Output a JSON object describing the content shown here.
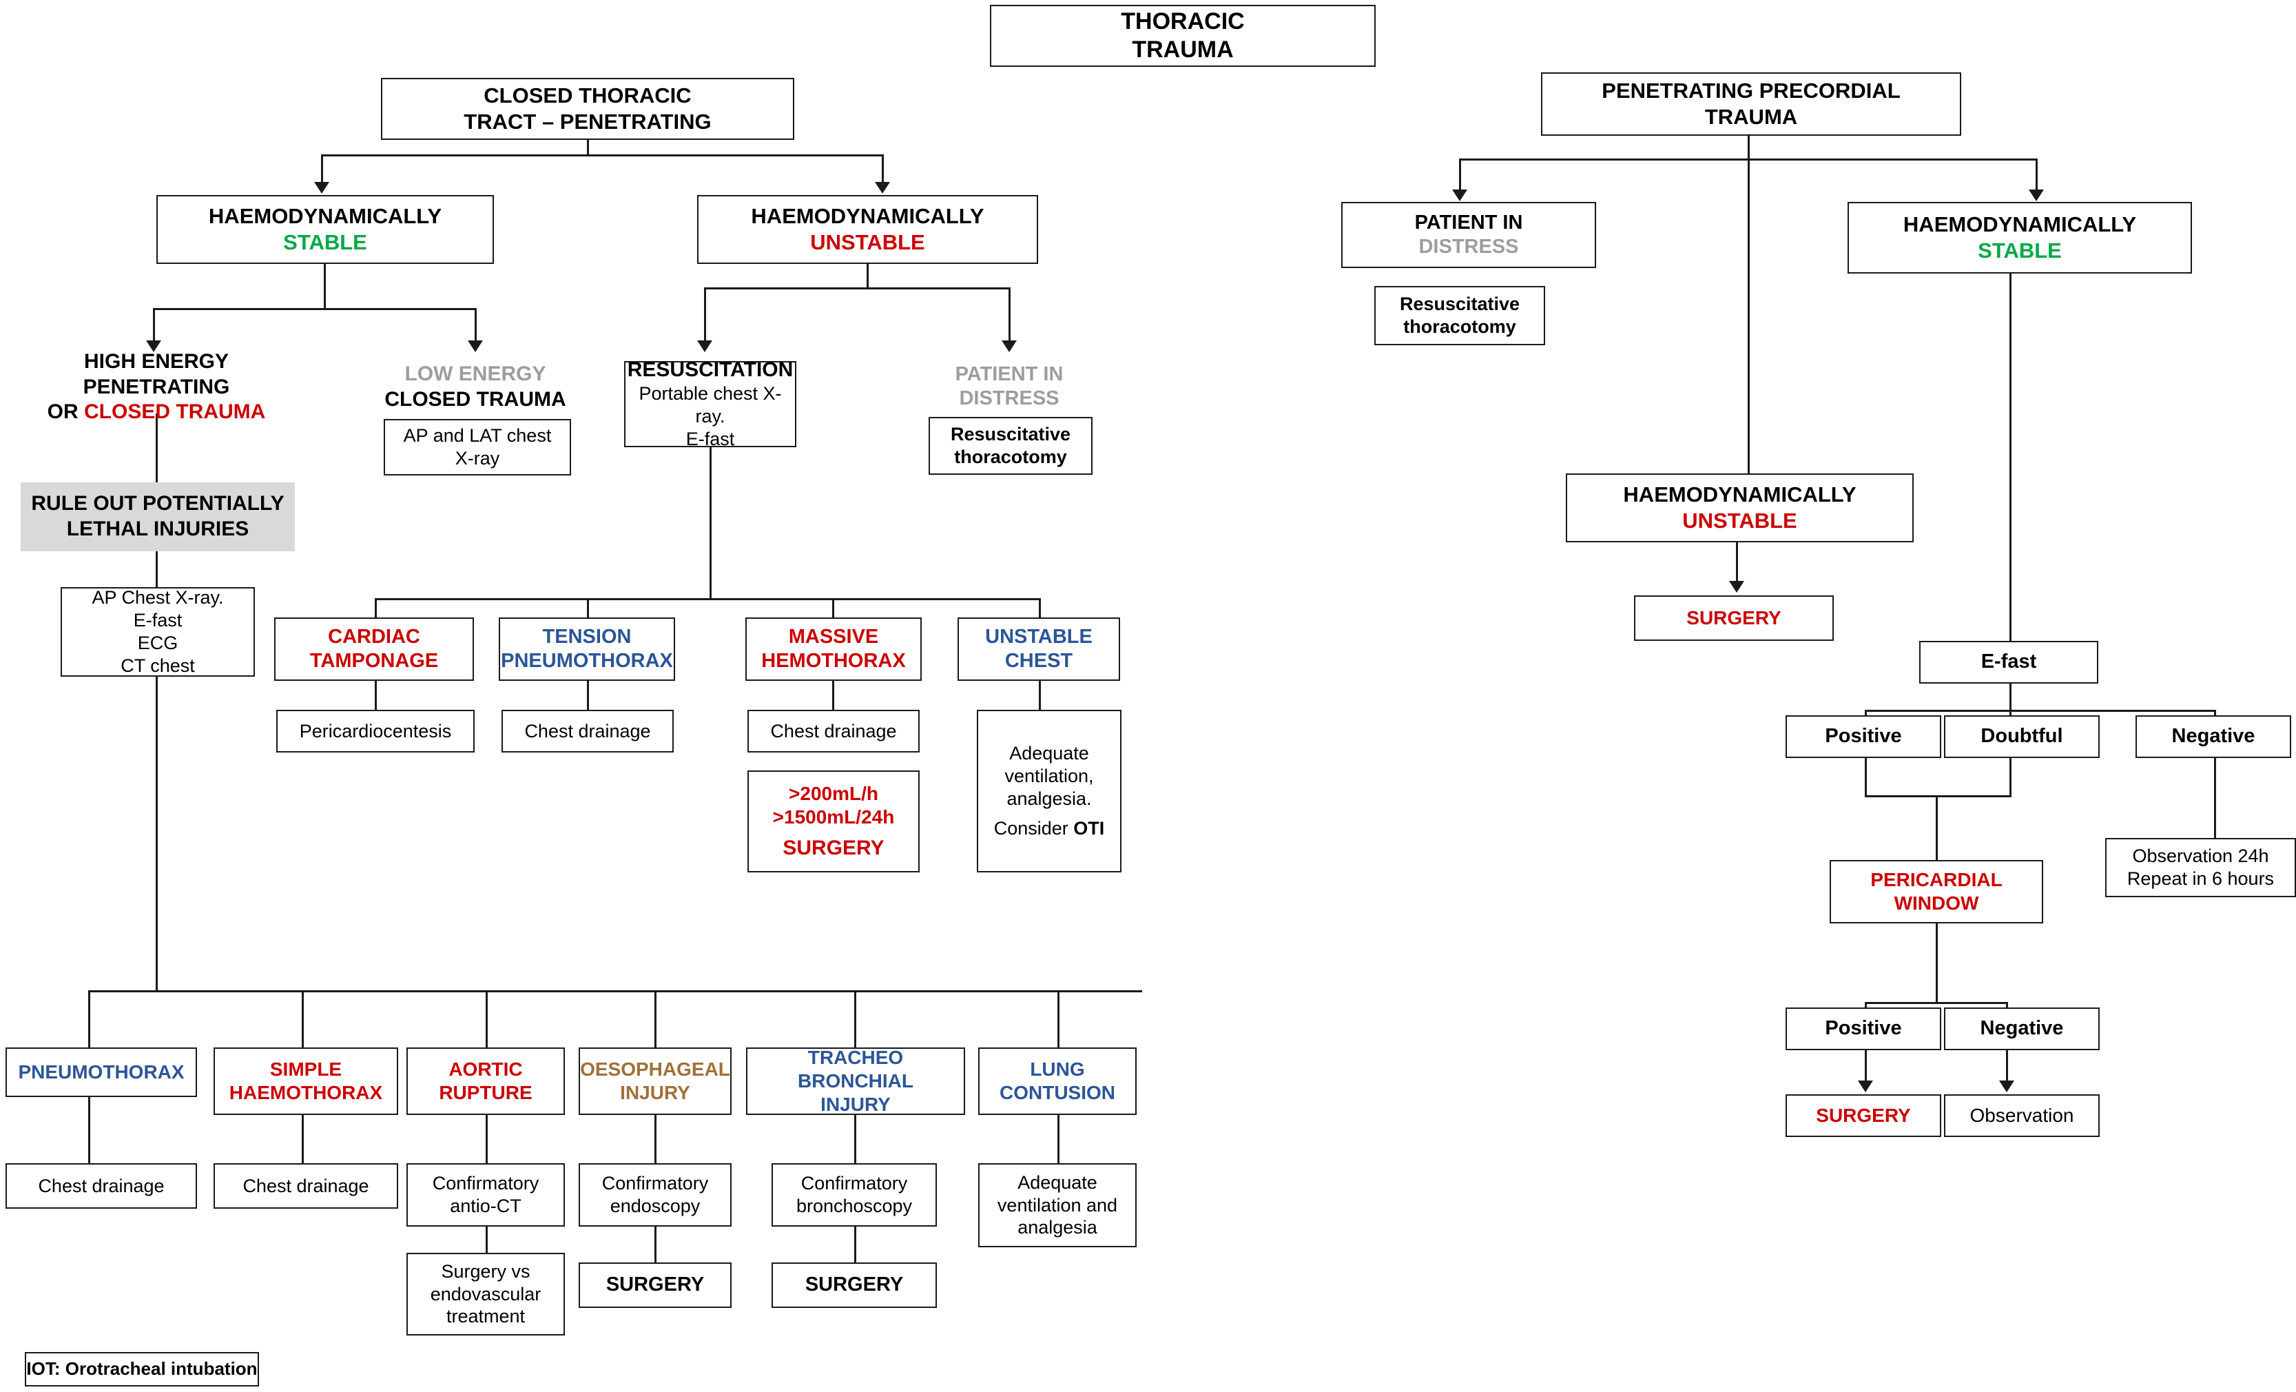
{
  "title": "THORACIC TRAUMA flowchart",
  "colors": {
    "red": "#cc0000",
    "green": "#00a845",
    "blue": "#2b5597",
    "brown": "#a07038",
    "grey": "#9d9d9d",
    "black": "#000000",
    "grey_fill": "#d9d9d9"
  },
  "root": {
    "line1": "THORACIC",
    "line2": "TRAUMA"
  },
  "left_branch": {
    "header": {
      "line1": "CLOSED THORACIC",
      "line2": "TRACT – PENETRATING"
    },
    "stable": {
      "line1": "HAEMODYNAMICALLY",
      "line2": "STABLE"
    },
    "unstable": {
      "line1": "HAEMODYNAMICALLY",
      "line2": "UNSTABLE"
    },
    "high_energy": {
      "line1": "HIGH ENERGY PENETRATING",
      "line2_prefix": "OR ",
      "line2_red": "CLOSED TRAUMA"
    },
    "low_energy": {
      "line1": "LOW ENERGY",
      "line2": "CLOSED TRAUMA"
    },
    "low_energy_action": {
      "line1": "AP and LAT chest",
      "line2": "X-ray"
    },
    "rule_out": {
      "line1": "RULE OUT POTENTIALLY",
      "line2": "LETHAL INJURIES"
    },
    "workup": {
      "line1": "AP Chest X-ray.",
      "line2": "E-fast",
      "line3": "ECG",
      "line4": "CT chest"
    },
    "resuscitation": {
      "line1": "RESUSCITATION",
      "line2": "Portable chest X-ray.",
      "line3": "E-fast"
    },
    "patient_distress": {
      "line1": "PATIENT IN",
      "line2": "DISTRESS"
    },
    "resuscitative_thoracotomy": {
      "line1": "Resuscitative",
      "line2": "thoracotomy"
    },
    "lethal_injuries": [
      {
        "name": "cardiac-tamponage",
        "line1": "CARDIAC",
        "line2": "TAMPONAGE",
        "color": "red",
        "action": {
          "line1": "Pericardiocentesis"
        }
      },
      {
        "name": "tension-pneumothorax",
        "line1": "TENSION",
        "line2": "PNEUMOTHORAX",
        "color": "blue",
        "action": {
          "line1": "Chest drainage"
        }
      },
      {
        "name": "massive-hemothorax",
        "line1": "MASSIVE",
        "line2": "HEMOTHORAX",
        "color": "red",
        "action": {
          "line1": "Chest drainage"
        }
      },
      {
        "name": "unstable-chest",
        "line1": "UNSTABLE",
        "line2": "CHEST",
        "color": "blue",
        "action": {
          "line1": "Adequate",
          "line2": "ventilation,",
          "line3": "analgesia."
        }
      }
    ],
    "massive_hemothorax_criteria": {
      "line1": ">200mL/h",
      "line2": ">1500mL/24h",
      "line3": "SURGERY"
    },
    "unstable_chest_consider": {
      "prefix": "Consider ",
      "bold": "OTI"
    },
    "injuries": [
      {
        "name": "pneumothorax",
        "line1": "PNEUMOTHORAX",
        "line2": "",
        "color": "blue",
        "steps": [
          {
            "line1": "Chest drainage"
          }
        ]
      },
      {
        "name": "simple-haemothorax",
        "line1": "SIMPLE",
        "line2": "HAEMOTHORAX",
        "color": "red",
        "steps": [
          {
            "line1": "Chest drainage"
          }
        ]
      },
      {
        "name": "aortic-rupture",
        "line1": "AORTIC",
        "line2": "RUPTURE",
        "color": "red",
        "steps": [
          {
            "line1": "Confirmatory",
            "line2": "antio-CT"
          },
          {
            "line1": "Surgery vs",
            "line2": "endovascular",
            "line3": "treatment"
          }
        ]
      },
      {
        "name": "oesophageal-injury",
        "line1": "OESOPHAGEAL",
        "line2": "INJURY",
        "color": "brown",
        "steps": [
          {
            "line1": "Confirmatory",
            "line2": "endoscopy"
          },
          {
            "line1": "SURGERY",
            "bold": true
          }
        ]
      },
      {
        "name": "tracheo-bronchial-injury",
        "line1": "TRACHEO BRONCHIAL",
        "line2": "INJURY",
        "color": "blue",
        "steps": [
          {
            "line1": "Confirmatory",
            "line2": "bronchoscopy"
          },
          {
            "line1": "SURGERY",
            "bold": true
          }
        ]
      },
      {
        "name": "lung-contusion",
        "line1": "LUNG",
        "line2": "CONTUSION",
        "color": "blue",
        "steps": [
          {
            "line1": "Adequate",
            "line2": "ventilation and",
            "line3": "analgesia"
          }
        ]
      }
    ],
    "footnote": "IOT: Orotracheal intubation"
  },
  "right_branch": {
    "header": {
      "line1": "PENETRATING PRECORDIAL",
      "line2": "TRAUMA"
    },
    "patient_distress": {
      "line1": "PATIENT IN",
      "line2": "DISTRESS"
    },
    "resuscitative_thoracotomy": {
      "line1": "Resuscitative",
      "line2": "thoracotomy"
    },
    "stable": {
      "line1": "HAEMODYNAMICALLY",
      "line2": "STABLE"
    },
    "unstable": {
      "line1": "HAEMODYNAMICALLY",
      "line2": "UNSTABLE"
    },
    "surgery_unstable": {
      "line1": "SURGERY"
    },
    "efast": {
      "line1": "E-fast"
    },
    "efast_results": [
      {
        "name": "positive",
        "line1": "Positive"
      },
      {
        "name": "doubtful",
        "line1": "Doubtful"
      },
      {
        "name": "negative",
        "line1": "Negative"
      }
    ],
    "observation_24h": {
      "line1": "Observation 24h",
      "line2": "Repeat in 6 hours"
    },
    "pericardial_window": {
      "line1": "PERICARDIAL",
      "line2": "WINDOW"
    },
    "window_results": [
      {
        "name": "positive",
        "line1": "Positive"
      },
      {
        "name": "negative",
        "line1": "Negative"
      }
    ],
    "surgery_window": {
      "line1": "SURGERY"
    },
    "observation": {
      "line1": "Observation"
    }
  }
}
